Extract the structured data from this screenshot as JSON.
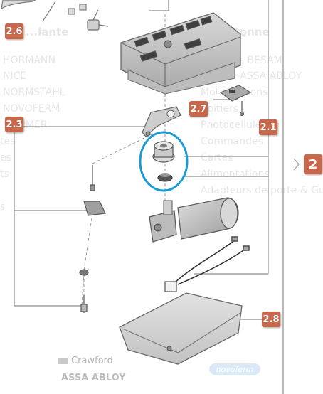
{
  "ghost_text": {
    "left": [
      "HORMANN",
      "NICE",
      "NORMSTAHL",
      "NOVOFERM",
      "SOMMER",
      "tes",
      "es",
      "ts",
      "s"
    ],
    "heading_left": "...lante",
    "heading_right": "...olétonne",
    "right": [
      "...portes BESAM",
      "...porte ASSA ABLOY",
      "Motorisations",
      "Boitiers",
      "Photocellules",
      "Commandes",
      "Cartes",
      "Alimentations",
      "Adapteurs de porte & Gu"
    ]
  },
  "badges": {
    "b26": "2.6",
    "b27": "2.7",
    "b23": "2.3",
    "b21": "2.1",
    "b2": "2",
    "b28": "2.8"
  },
  "brands": {
    "crawford": "Crawford",
    "assa": "ASSA ABLOY",
    "novoferm": "novoferm"
  },
  "colors": {
    "badge": "#c8674b",
    "highlight_circle": "#1a9bd7",
    "line": "#888888"
  }
}
